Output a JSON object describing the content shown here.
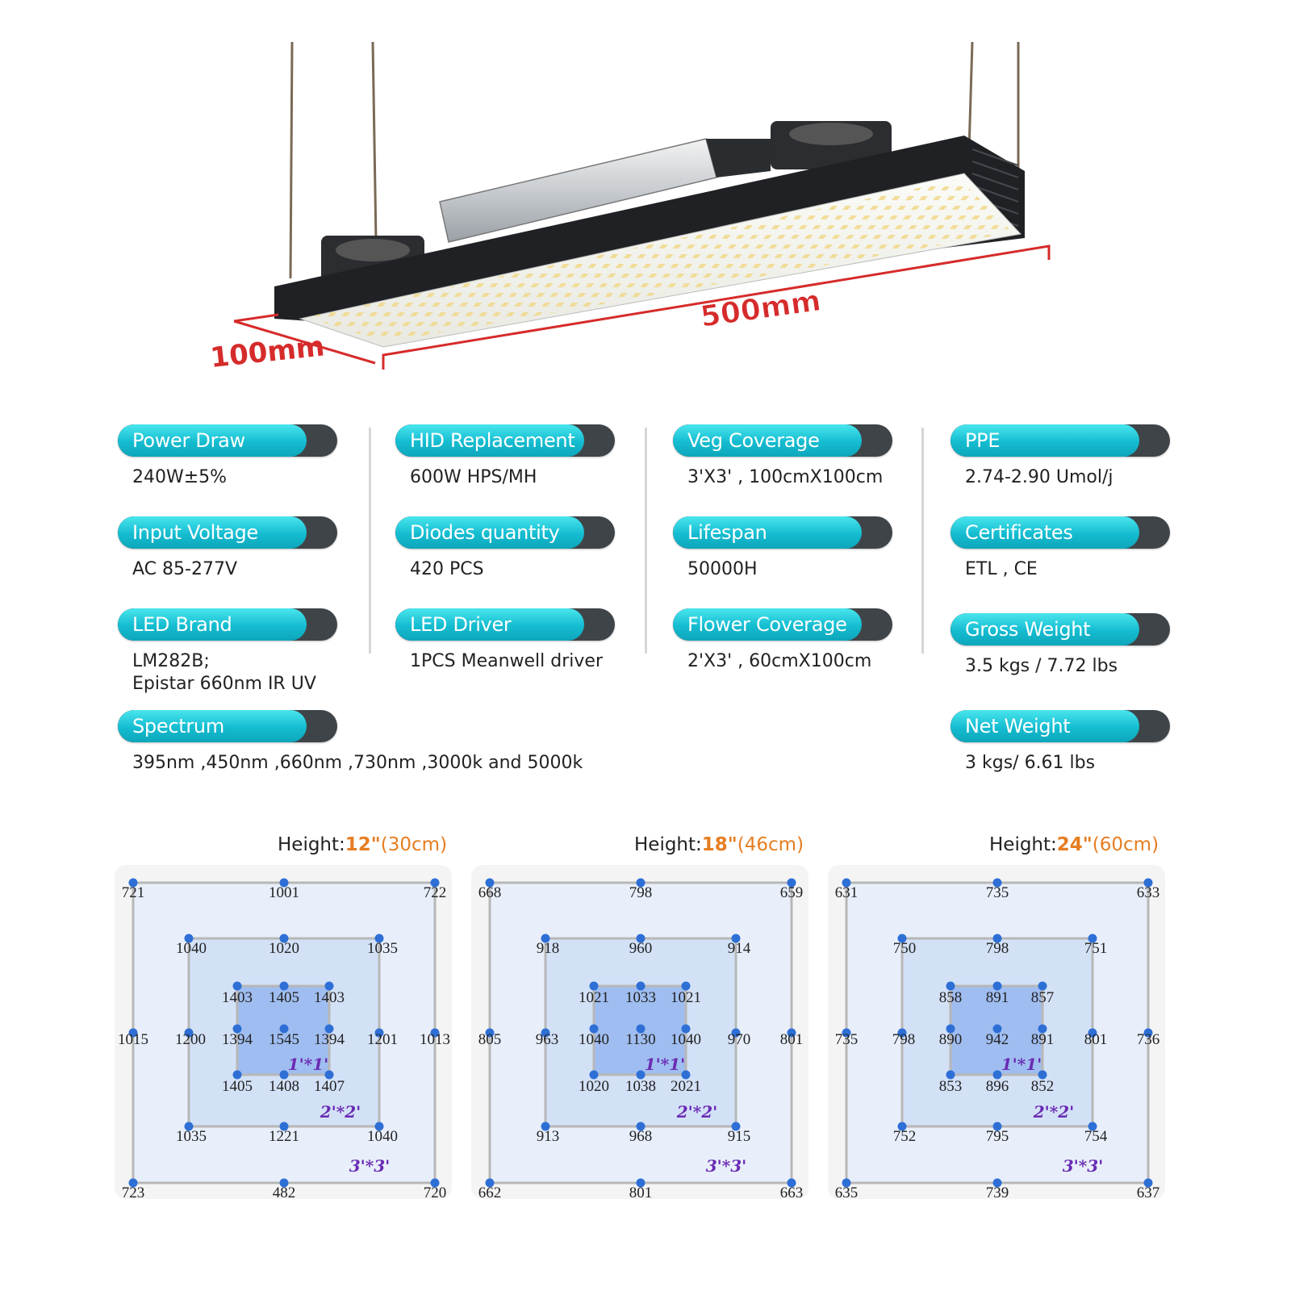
{
  "hero": {
    "dim_length": "500mm",
    "dim_width": "100mm"
  },
  "specs": [
    {
      "label": "Power Draw",
      "value": "240W±5%"
    },
    {
      "label": "Input Voltage",
      "value": "AC 85-277V"
    },
    {
      "label": "LED Brand",
      "value": "LM282B;\nEpistar 660nm IR UV"
    },
    {
      "label": "Spectrum",
      "value": "395nm ,450nm ,660nm ,730nm ,3000k and 5000k"
    },
    {
      "label": "HID Replacement",
      "value": "600W HPS/MH"
    },
    {
      "label": "Diodes quantity",
      "value": "420 PCS"
    },
    {
      "label": "LED Driver",
      "value": "1PCS Meanwell driver"
    },
    {
      "label": "Veg Coverage",
      "value": "3'X3' , 100cmX100cm"
    },
    {
      "label": "Lifespan",
      "value": "50000H"
    },
    {
      "label": "Flower Coverage",
      "value": "2'X3' , 60cmX100cm"
    },
    {
      "label": "PPE",
      "value": "2.74-2.90 Umol/j"
    },
    {
      "label": "Certificates",
      "value": "ETL , CE"
    },
    {
      "label": "Gross Weight",
      "value": "3.5 kgs / 7.72 lbs"
    },
    {
      "label": "Net Weight",
      "value": "3 kgs/ 6.61 lbs"
    }
  ],
  "ppfd_maps": [
    {
      "title_prefix": "Height:",
      "height_in": "12\"",
      "height_cm": "(30cm)",
      "zone_labels": [
        "1'*1'",
        "2'*2'",
        "3'*3'"
      ],
      "outer": {
        "top": [
          "721",
          "1001",
          "722"
        ],
        "middle": [
          "1015",
          "1013"
        ],
        "bottom": [
          "723",
          "482",
          "720"
        ]
      },
      "middle": {
        "top": [
          "1040",
          "1020",
          "1035"
        ],
        "middle": [
          "1200",
          "1201"
        ],
        "bottom": [
          "1035",
          "1221",
          "1040"
        ]
      },
      "inner": {
        "top": [
          "1403",
          "1405",
          "1403"
        ],
        "middle": [
          "1394",
          "1545",
          "1394"
        ],
        "bottom": [
          "1405",
          "1408",
          "1407"
        ]
      }
    },
    {
      "title_prefix": "Height:",
      "height_in": "18\"",
      "height_cm": "(46cm)",
      "zone_labels": [
        "1'*1'",
        "2'*2'",
        "3'*3'"
      ],
      "outer": {
        "top": [
          "668",
          "798",
          "659"
        ],
        "middle": [
          "805",
          "801"
        ],
        "bottom": [
          "662",
          "801",
          "663"
        ]
      },
      "middle": {
        "top": [
          "918",
          "960",
          "914"
        ],
        "middle": [
          "963",
          "970"
        ],
        "bottom": [
          "913",
          "968",
          "915"
        ]
      },
      "inner": {
        "top": [
          "1021",
          "1033",
          "1021"
        ],
        "middle": [
          "1040",
          "1130",
          "1040"
        ],
        "bottom": [
          "1020",
          "1038",
          "2021"
        ]
      }
    },
    {
      "title_prefix": "Height:",
      "height_in": "24\"",
      "height_cm": "(60cm)",
      "zone_labels": [
        "1'*1'",
        "2'*2'",
        "3'*3'"
      ],
      "outer": {
        "top": [
          "631",
          "735",
          "633"
        ],
        "middle": [
          "735",
          "736"
        ],
        "bottom": [
          "635",
          "739",
          "637"
        ]
      },
      "middle": {
        "top": [
          "750",
          "798",
          "751"
        ],
        "middle": [
          "798",
          "801"
        ],
        "bottom": [
          "752",
          "795",
          "754"
        ]
      },
      "inner": {
        "top": [
          "858",
          "891",
          "857"
        ],
        "middle": [
          "890",
          "942",
          "891"
        ],
        "bottom": [
          "853",
          "896",
          "852"
        ]
      }
    }
  ],
  "colors": {
    "pill_cyan": "#14bcd0",
    "pill_dark": "#3f4449",
    "dimension_red": "#d62b2b",
    "zone_label": "#6a2bb3",
    "dot_blue": "#2e6fd6"
  }
}
